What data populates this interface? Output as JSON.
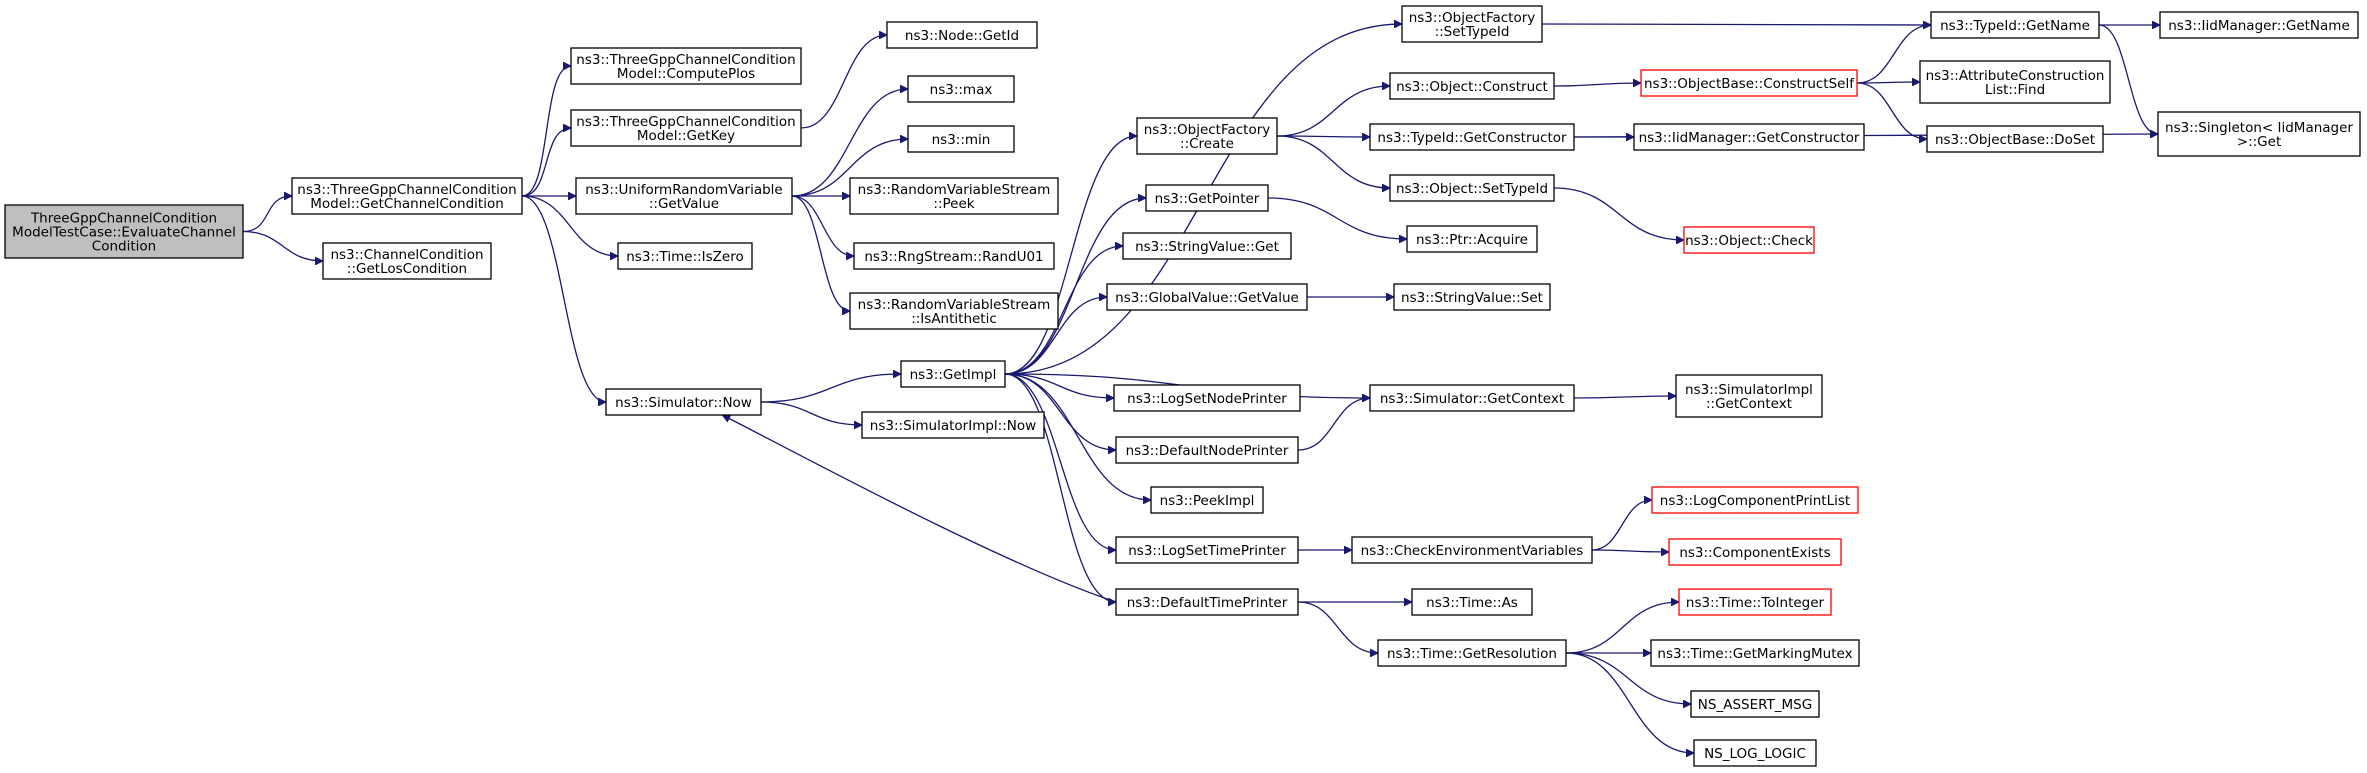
{
  "colors": {
    "edge": "#191970",
    "truncated_border": "#ff0000",
    "root_fill": "#bfbfbf",
    "node_border": "#000000"
  },
  "nodes": [
    {
      "id": "root",
      "lines": [
        "ThreeGppChannelCondition",
        "ModelTestCase::EvaluateChannel",
        "Condition"
      ],
      "kind": "root"
    },
    {
      "id": "getChannelCondition",
      "lines": [
        "ns3::ThreeGppChannelCondition",
        "Model::GetChannelCondition"
      ]
    },
    {
      "id": "getLosCondition",
      "lines": [
        "ns3::ChannelCondition",
        "::GetLosCondition"
      ]
    },
    {
      "id": "computePlos",
      "lines": [
        "ns3::ThreeGppChannelCondition",
        "Model::ComputePlos"
      ]
    },
    {
      "id": "getKey",
      "lines": [
        "ns3::ThreeGppChannelCondition",
        "Model::GetKey"
      ]
    },
    {
      "id": "uniformGetValue",
      "lines": [
        "ns3::UniformRandomVariable",
        "::GetValue"
      ]
    },
    {
      "id": "timeIsZero",
      "lines": [
        "ns3::Time::IsZero"
      ]
    },
    {
      "id": "simulatorNow",
      "lines": [
        "ns3::Simulator::Now"
      ]
    },
    {
      "id": "nodeGetId",
      "lines": [
        "ns3::Node::GetId"
      ]
    },
    {
      "id": "max",
      "lines": [
        "ns3::max"
      ]
    },
    {
      "id": "min",
      "lines": [
        "ns3::min"
      ]
    },
    {
      "id": "rvsPeek",
      "lines": [
        "ns3::RandomVariableStream",
        "::Peek"
      ]
    },
    {
      "id": "randU01",
      "lines": [
        "ns3::RngStream::RandU01"
      ]
    },
    {
      "id": "isAntithetic",
      "lines": [
        "ns3::RandomVariableStream",
        "::IsAntithetic"
      ]
    },
    {
      "id": "getImpl",
      "lines": [
        "ns3::GetImpl"
      ]
    },
    {
      "id": "simImplNow",
      "lines": [
        "ns3::SimulatorImpl::Now"
      ]
    },
    {
      "id": "ofCreate",
      "lines": [
        "ns3::ObjectFactory",
        "::Create"
      ]
    },
    {
      "id": "getPointer",
      "lines": [
        "ns3::GetPointer"
      ]
    },
    {
      "id": "stringValueGet",
      "lines": [
        "ns3::StringValue::Get"
      ]
    },
    {
      "id": "globalValueGetValue",
      "lines": [
        "ns3::GlobalValue::GetValue"
      ]
    },
    {
      "id": "logSetNodePrinter",
      "lines": [
        "ns3::LogSetNodePrinter"
      ]
    },
    {
      "id": "defaultNodePrinter",
      "lines": [
        "ns3::DefaultNodePrinter"
      ]
    },
    {
      "id": "peekImpl",
      "lines": [
        "ns3::PeekImpl"
      ]
    },
    {
      "id": "logSetTimePrinter",
      "lines": [
        "ns3::LogSetTimePrinter"
      ]
    },
    {
      "id": "defaultTimePrinter",
      "lines": [
        "ns3::DefaultTimePrinter"
      ]
    },
    {
      "id": "ofSetTypeId",
      "lines": [
        "ns3::ObjectFactory",
        "::SetTypeId"
      ]
    },
    {
      "id": "objectConstruct",
      "lines": [
        "ns3::Object::Construct"
      ]
    },
    {
      "id": "typeIdGetConstructor",
      "lines": [
        "ns3::TypeId::GetConstructor"
      ]
    },
    {
      "id": "objectSetTypeId",
      "lines": [
        "ns3::Object::SetTypeId"
      ]
    },
    {
      "id": "ptrAcquire",
      "lines": [
        "ns3::Ptr::Acquire"
      ]
    },
    {
      "id": "stringValueSet",
      "lines": [
        "ns3::StringValue::Set"
      ]
    },
    {
      "id": "simulatorGetContext",
      "lines": [
        "ns3::Simulator::GetContext"
      ]
    },
    {
      "id": "checkEnvVars",
      "lines": [
        "ns3::CheckEnvironmentVariables"
      ]
    },
    {
      "id": "timeAs",
      "lines": [
        "ns3::Time::As"
      ]
    },
    {
      "id": "timeGetResolution",
      "lines": [
        "ns3::Time::GetResolution"
      ]
    },
    {
      "id": "constructSelf",
      "lines": [
        "ns3::ObjectBase::ConstructSelf"
      ],
      "truncated": true
    },
    {
      "id": "iidGetConstructor",
      "lines": [
        "ns3::IidManager::GetConstructor"
      ]
    },
    {
      "id": "objectCheck",
      "lines": [
        "ns3::Object::Check"
      ],
      "truncated": true
    },
    {
      "id": "simImplGetContext",
      "lines": [
        "ns3::SimulatorImpl",
        "::GetContext"
      ]
    },
    {
      "id": "logComponentPrintList",
      "lines": [
        "ns3::LogComponentPrintList"
      ],
      "truncated": true
    },
    {
      "id": "componentExists",
      "lines": [
        "ns3::ComponentExists"
      ],
      "truncated": true
    },
    {
      "id": "timeToInteger",
      "lines": [
        "ns3::Time::ToInteger"
      ],
      "truncated": true
    },
    {
      "id": "getMarkingMutex",
      "lines": [
        "ns3::Time::GetMarkingMutex"
      ]
    },
    {
      "id": "nsAssertMsg",
      "lines": [
        "NS_ASSERT_MSG"
      ]
    },
    {
      "id": "nsLogLogic",
      "lines": [
        "NS_LOG_LOGIC"
      ]
    },
    {
      "id": "typeIdGetName",
      "lines": [
        "ns3::TypeId::GetName"
      ]
    },
    {
      "id": "attrConstructionFind",
      "lines": [
        "ns3::AttributeConstruction",
        "List::Find"
      ]
    },
    {
      "id": "doSet",
      "lines": [
        "ns3::ObjectBase::DoSet"
      ]
    },
    {
      "id": "iidGetName",
      "lines": [
        "ns3::IidManager::GetName"
      ]
    },
    {
      "id": "singletonGet",
      "lines": [
        "ns3::Singleton< IidManager",
        " >::Get"
      ]
    }
  ],
  "edges": [
    [
      "root",
      "getChannelCondition"
    ],
    [
      "root",
      "getLosCondition"
    ],
    [
      "getChannelCondition",
      "computePlos"
    ],
    [
      "getChannelCondition",
      "getKey"
    ],
    [
      "getChannelCondition",
      "uniformGetValue"
    ],
    [
      "getChannelCondition",
      "timeIsZero"
    ],
    [
      "getChannelCondition",
      "simulatorNow"
    ],
    [
      "getKey",
      "nodeGetId"
    ],
    [
      "uniformGetValue",
      "max"
    ],
    [
      "uniformGetValue",
      "min"
    ],
    [
      "uniformGetValue",
      "rvsPeek"
    ],
    [
      "uniformGetValue",
      "randU01"
    ],
    [
      "uniformGetValue",
      "isAntithetic"
    ],
    [
      "simulatorNow",
      "getImpl"
    ],
    [
      "simulatorNow",
      "simImplNow"
    ],
    [
      "getImpl",
      "ofSetTypeId"
    ],
    [
      "getImpl",
      "ofCreate"
    ],
    [
      "getImpl",
      "getPointer"
    ],
    [
      "getImpl",
      "stringValueGet"
    ],
    [
      "getImpl",
      "globalValueGetValue"
    ],
    [
      "getImpl",
      "logSetNodePrinter"
    ],
    [
      "getImpl",
      "defaultNodePrinter"
    ],
    [
      "getImpl",
      "peekImpl"
    ],
    [
      "getImpl",
      "logSetTimePrinter"
    ],
    [
      "getImpl",
      "defaultTimePrinter"
    ],
    [
      "getImpl",
      "simulatorGetContext"
    ],
    [
      "ofCreate",
      "objectConstruct"
    ],
    [
      "ofCreate",
      "typeIdGetConstructor"
    ],
    [
      "ofCreate",
      "objectSetTypeId"
    ],
    [
      "getPointer",
      "ptrAcquire"
    ],
    [
      "globalValueGetValue",
      "stringValueSet"
    ],
    [
      "defaultNodePrinter",
      "simulatorGetContext"
    ],
    [
      "logSetTimePrinter",
      "checkEnvVars"
    ],
    [
      "defaultTimePrinter",
      "simulatorNow"
    ],
    [
      "defaultTimePrinter",
      "timeAs"
    ],
    [
      "defaultTimePrinter",
      "timeGetResolution"
    ],
    [
      "ofSetTypeId",
      "typeIdGetName"
    ],
    [
      "objectConstruct",
      "constructSelf"
    ],
    [
      "typeIdGetConstructor",
      "iidGetConstructor"
    ],
    [
      "typeIdGetConstructor",
      "singletonGet"
    ],
    [
      "objectSetTypeId",
      "objectCheck"
    ],
    [
      "simulatorGetContext",
      "simImplGetContext"
    ],
    [
      "checkEnvVars",
      "logComponentPrintList"
    ],
    [
      "checkEnvVars",
      "componentExists"
    ],
    [
      "timeGetResolution",
      "timeToInteger"
    ],
    [
      "timeGetResolution",
      "getMarkingMutex"
    ],
    [
      "timeGetResolution",
      "nsAssertMsg"
    ],
    [
      "timeGetResolution",
      "nsLogLogic"
    ],
    [
      "constructSelf",
      "typeIdGetName"
    ],
    [
      "constructSelf",
      "attrConstructionFind"
    ],
    [
      "constructSelf",
      "doSet"
    ],
    [
      "typeIdGetName",
      "iidGetName"
    ],
    [
      "typeIdGetName",
      "singletonGet"
    ]
  ]
}
